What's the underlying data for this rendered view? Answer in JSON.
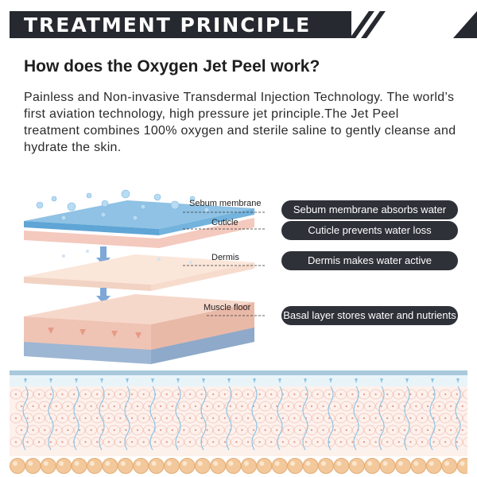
{
  "banner": {
    "title": "TREATMENT PRINCIPLE"
  },
  "question": "How does the Oxygen Jet Peel work?",
  "intro": "Painless and Non-invasive Transdermal Injection Technology. The world’s first aviation technology, high pressure jet principle.The Jet Peel treatment combines 100% oxygen and sterile saline to gently cleanse and hydrate the skin.",
  "layers": [
    {
      "label": "Sebum membrane",
      "description": "Sebum membrane absorbs water"
    },
    {
      "label": "Cuticle",
      "description": "Cuticle prevents water loss"
    },
    {
      "label": "Dermis",
      "description": "Dermis makes water active"
    },
    {
      "label": "Muscle floor",
      "description": "Basal layer stores water and nutrients"
    }
  ],
  "colors": {
    "banner": "#26292f",
    "pill": "#2f3139",
    "sebum": "#8fc2e4",
    "skin": "#f3cfc0",
    "basal": "#9db6d3",
    "cells": "#f3c89a"
  }
}
